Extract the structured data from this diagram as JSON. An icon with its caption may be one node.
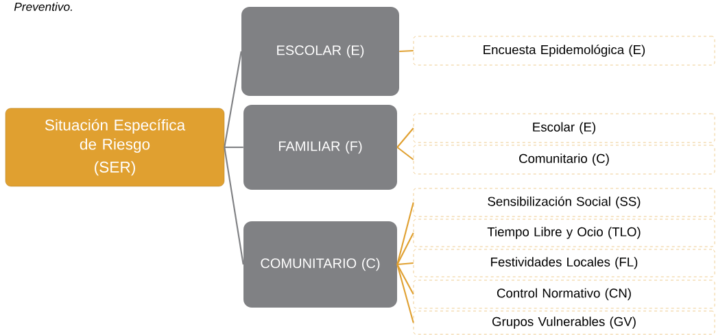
{
  "diagram": {
    "nodes": [
      {
        "text": [
          "Situación Específica de Riesgo",
          "(SER)"
        ]
      },
      {
        "text": [
          "ESCOLAR (E)"
        ]
      },
      {
        "text": [
          "FAMILIAR (F)"
        ]
      },
      {
        "text": [
          "COMUNITARIO (C)"
        ]
      },
      {
        "text": [
          "Encuesta Epidemológica (E)"
        ]
      },
      {
        "text": [
          "Escolar (E)"
        ]
      },
      {
        "text": [
          "Comunitario (C)"
        ]
      },
      {
        "text": [
          "Sensibilización Social (SS)"
        ]
      },
      {
        "text": [
          "Tiempo Libre y Ocio (TLO)"
        ]
      },
      {
        "text": [
          "Festividades Locales (FL)"
        ]
      },
      {
        "text": [
          "Control Normativo (CN)"
        ]
      },
      {
        "text": [
          "Grupos Vulnerables (GV)"
        ]
      }
    ],
    "edges": [
      {
        "from": 0,
        "to": 1,
        "arrow": "none",
        "color": "#808184"
      },
      {
        "from": 0,
        "to": 2,
        "arrow": "none",
        "color": "#808184"
      },
      {
        "from": 0,
        "to": 3,
        "arrow": "none",
        "color": "#808184"
      },
      {
        "from": 1,
        "to": 4,
        "arrow": "none"
      },
      {
        "from": 2,
        "to": 5,
        "arrow": "none"
      },
      {
        "from": 2,
        "to": 6,
        "arrow": "none"
      },
      {
        "from": 3,
        "to": 7,
        "arrow": "none"
      },
      {
        "from": 3,
        "to": 8,
        "arrow": "none"
      },
      {
        "from": 3,
        "to": 9,
        "arrow": "none"
      },
      {
        "from": 3,
        "to": 10,
        "arrow": "none"
      },
      {
        "from": 3,
        "to": 11,
        "arrow": "none"
      }
    ],
    "labels": [
      "Preventivo."
    ]
  }
}
